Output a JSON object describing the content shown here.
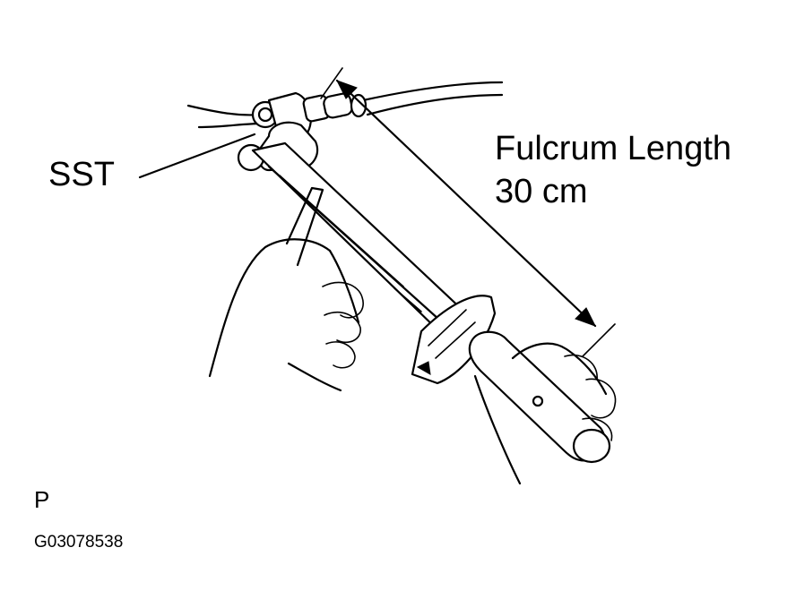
{
  "labels": {
    "tool": "SST",
    "dimension_title": "Fulcrum Length",
    "dimension_value": "30 cm",
    "view": "P",
    "figure_code": "G03078538"
  },
  "colors": {
    "ink": "#000000",
    "paper": "#ffffff"
  }
}
